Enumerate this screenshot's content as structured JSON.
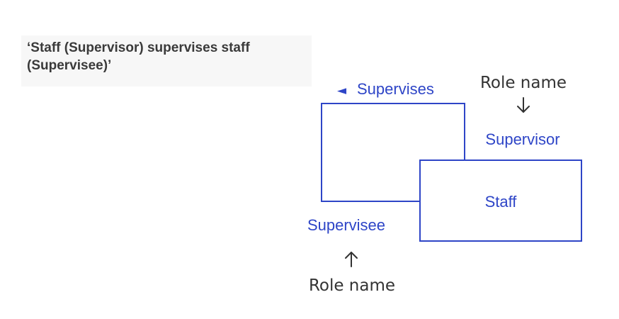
{
  "caption": {
    "text": "‘Staff (Supervisor) supervises staff (Supervisee)’"
  },
  "diagram": {
    "entity": {
      "name": "Staff"
    },
    "relationship": {
      "name": "Supervises",
      "direction_marker": "◄"
    },
    "roles": {
      "supervisor": "Supervisor",
      "supervisee": "Supervisee"
    },
    "annotations": {
      "top_label": "Role name",
      "bottom_label": "Role name"
    },
    "colors": {
      "diagram_blue": "#2e45c7",
      "annotation_text": "#333333",
      "caption_text": "#3a3a3a",
      "caption_background": "#f7f7f7"
    },
    "icons": {
      "top_arrow": "arrow-down-icon",
      "bottom_arrow": "arrow-up-icon"
    }
  }
}
